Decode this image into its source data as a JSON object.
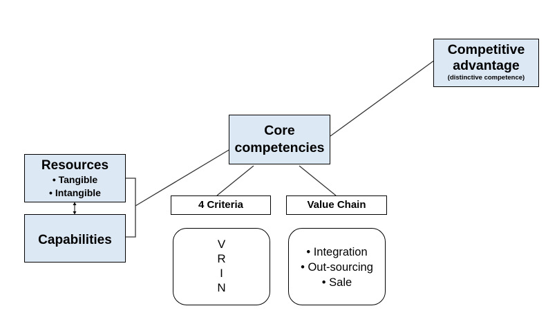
{
  "diagram": {
    "competitive": {
      "title_line1": "Competitive",
      "title_line2": "advantage",
      "subtitle": "(distinctive competence)"
    },
    "core": {
      "title_line1": "Core",
      "title_line2": "competencies"
    },
    "resources": {
      "title": "Resources",
      "items": [
        "• Tangible",
        "• Intangible"
      ]
    },
    "capabilities": {
      "title": "Capabilities"
    },
    "criteria": {
      "label": "4 Criteria",
      "letters": [
        "V",
        "R",
        "I",
        "N"
      ]
    },
    "value_chain": {
      "label": "Value Chain",
      "items": [
        "• Integration",
        "• Out-sourcing",
        "• Sale"
      ]
    },
    "colors": {
      "box_fill": "#dde8f5",
      "line": "#333333"
    }
  }
}
